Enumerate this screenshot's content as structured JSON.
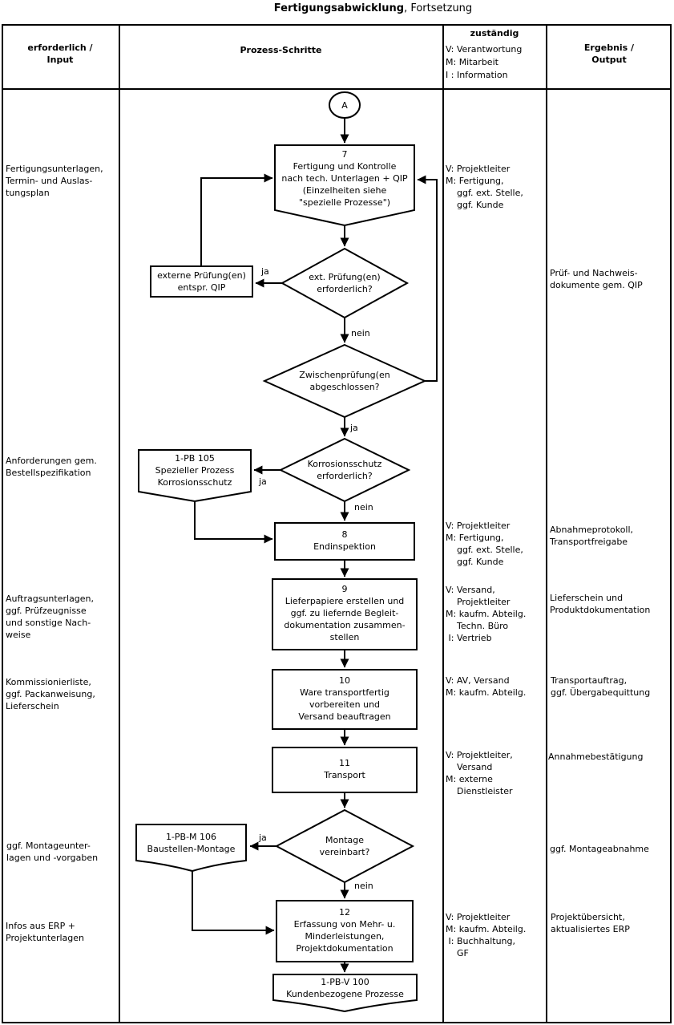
{
  "title": {
    "main": "Fertigungsabwicklung",
    "suffix": ", Fortsetzung"
  },
  "colors": {
    "ink": "#000000",
    "paper": "#ffffff"
  },
  "header": {
    "input": "erforderlich /\nInput",
    "process": "Prozess-Schritte",
    "responsible_title": "zuständig",
    "responsible_legend": "V: Verantwortung\nM: Mitarbeit\nI : Information",
    "output": "Ergebnis /\nOutput"
  },
  "labels": {
    "yes": "ja",
    "no": "nein"
  },
  "flow": {
    "connector_a": "A",
    "step7": "7\nFertigung und Kontrolle\nnach tech. Unterlagen + QIP\n(Einzelheiten siehe\n\"spezielle Prozesse\")",
    "externe_pruefung": "externe Prüfung(en)\nentspr. QIP",
    "decision_ext_pruefung": "ext. Prüfung(en)\nerforderlich?",
    "decision_zwischenpruefung": "Zwischenprüfung(en\nabgeschlossen?",
    "decision_korrosionsschutz": "Korrosionsschutz\nerforderlich?",
    "ref_korrosionsschutz": "1-PB 105\nSpezieller Prozess\nKorrosionsschutz",
    "step8": "8\nEndinspektion",
    "step9": "9\nLieferpapiere erstellen und\nggf. zu liefernde Begleit-\ndokumentation zusammen-\nstellen",
    "step10": "10\nWare transportfertig\nvorbereiten und\nVersand beauftragen",
    "step11": "11\nTransport",
    "decision_montage": "Montage\nvereinbart?",
    "ref_baustellen_montage": "1-PB-M 106\nBaustellen-Montage",
    "step12": "12\nErfassung von Mehr- u.\nMinderleistungen,\nProjektdokumentation",
    "ref_kundenbezogene_prozesse": "1-PB-V 100\nKundenbezogene Prozesse"
  },
  "inputs": {
    "fertigungsunterlagen": "Fertigungsunterlagen,\nTermin- und Auslas-\ntungsplan",
    "anforderungen": "Anforderungen gem.\nBestellspezifikation",
    "auftragsunterlagen": "Auftragsunterlagen,\nggf. Prüfzeugnisse\nund sonstige Nach-\nweise",
    "kommissionierliste": "Kommissionierliste,\nggf. Packanweisung,\nLieferschein",
    "montageunterlagen": "ggf. Montageunter-\nlagen und -vorgaben",
    "erp_infos": "Infos aus ERP +\nProjektunterlagen"
  },
  "responsibilities": {
    "step7": "V: Projektleiter\nM: Fertigung,\n    ggf. ext. Stelle,\n    ggf. Kunde",
    "step8": "V: Projektleiter\nM: Fertigung,\n    ggf. ext. Stelle,\n    ggf. Kunde",
    "step9": "V: Versand,\n    Projektleiter\nM: kaufm. Abteilg.\n    Techn. Büro\n I: Vertrieb",
    "step10": "V: AV, Versand\nM: kaufm. Abteilg.",
    "step11": "V: Projektleiter,\n    Versand\nM: externe\n    Dienstleister",
    "step12": "V: Projektleiter\nM: kaufm. Abteilg.\n I: Buchhaltung,\n    GF"
  },
  "outputs": {
    "pruef_dokumente": "Prüf- und Nachweis-\ndokumente gem. QIP",
    "abnahmeprotokoll": "Abnahmeprotokoll,\nTransportfreigabe",
    "lieferschein": "Lieferschein und\nProduktdokumentation",
    "transportauftrag": "Transportauftrag,\nggf. Übergabequittung",
    "annahmebestaetigung": "Annahmebestätigung",
    "montageabnahme": "ggf. Montageabnahme",
    "projektuebersicht": "Projektübersicht,\naktualisiertes ERP"
  }
}
